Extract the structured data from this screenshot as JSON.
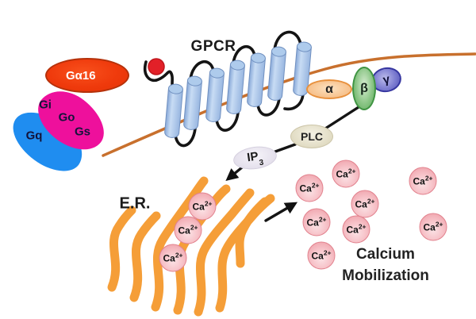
{
  "diagram": {
    "receptor": {
      "label": "GPCR"
    },
    "ligand": {
      "name": "agonist-ligand"
    },
    "g_protein_complex": {
      "alpha": "α",
      "beta": "β",
      "gamma": "γ"
    },
    "g_protein_families": {
      "galpha16": "Gα16",
      "gi": "Gi",
      "go": "Go",
      "gs": "Gs",
      "gq": "Gq"
    },
    "effectors": {
      "plc": "PLC",
      "ip3": {
        "base": "IP",
        "subscript": "3"
      }
    },
    "organelle": {
      "er_label": "E.R."
    },
    "calcium": {
      "symbol": "Ca",
      "charge": "2+",
      "ions_in_er": 3,
      "free_ions": 8
    },
    "caption": {
      "line1": "Calcium",
      "line2": "Mobilization"
    },
    "palette": {
      "membrane_line": "#c8702d",
      "er_strand": "#f59e38",
      "galpha16_fill": "#ef3a0c",
      "gi_go_gs_fill": "#ee109c",
      "gq_fill": "#1f8df0",
      "ligand_red": "#e22028",
      "helix_blue": "#a8c4e6",
      "alpha_fill": "#f8c897",
      "beta_fill": "#8cc687",
      "gamma_fill": "#7d7dd1",
      "plc_fill": "#e4dfc8",
      "ip3_fill": "#e7e3ee",
      "calcium_fill": "#f7c4ca"
    }
  }
}
